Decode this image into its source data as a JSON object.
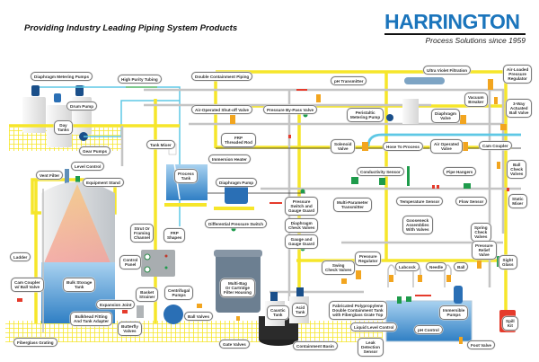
{
  "header": {
    "headline": "Providing Industry Leading Piping System Products",
    "brand_name": "HARRINGTON",
    "brand_tagline": "Process Solutions since 1959"
  },
  "colors": {
    "brand_blue": "#1b75bc",
    "strut_yellow": "#f7e92b",
    "pipe_gray": "#c4c4c4",
    "tubing_blue": "#5ec8e5",
    "valve_orange": "#f2a51f",
    "sensor_green": "#1e9b4b",
    "alert_red": "#e53b2c",
    "tank_blue": "#3d8fd0"
  },
  "labels": {
    "diaphragm_metering_pumps": "Diaphragm Metering Pumps",
    "drum_pump": "Drum Pump",
    "day_tanks": "Day\nTanks",
    "gear_pumps": "Gear Pumps",
    "high_purity_tubing": "High Purity Tubing",
    "double_containment_piping": "Double Containment Piping",
    "air_operated_shutoff_valve": "Air-Operated Shut-off Valve",
    "pressure_bypass_valve": "Pressure By-Pass Valve",
    "ph_transmitter": "pH Transmitter",
    "ultra_violet_filtration": "Ultra Violet Filtration",
    "air_loaded_pressure_regulator": "Air-Loaded\nPressure\nRegulator",
    "vacuum_breaker": "Vacuum\nBreaker",
    "three_way_ball_valve": "3-Way\nActuated\nBall Valve",
    "peristaltic_metering_pump": "Peristaltic\nMetering Pump",
    "diaphragm_valve": "Diaphragm\nValve",
    "frp_threaded_rod": "FRP\nThreaded Rod",
    "solenoid_valve": "Solenoid\nValve",
    "hose_to_process": "Hose To Process",
    "air_operated_valve": "Air Operated\nValve",
    "cam_coupler": "Cam Coupler",
    "tank_mixer": "Tank Mixer",
    "immersion_heater": "Immersion Heater",
    "process_tank": "Process\nTank",
    "diaphragm_pump": "Diaphragm Pump",
    "vent_filter": "Vent Filter",
    "level_control": "Level Control",
    "equipment_stand": "Equipment Stand",
    "conductivity_sensor": "Conductivity Sensor",
    "pipe_hangers": "Pipe Hangers",
    "ball_check_valves": "Ball\nCheck\nValves",
    "pressure_switch_gauge_guard": "Pressure\nSwitch and\nGauge Guard",
    "multi_parameter_transmitter": "Multi-Parameter\nTransmitter",
    "temperature_sensor": "Temperature Sensor",
    "flow_sensor": "Flow Sensor",
    "static_mixer": "Static\nMixer",
    "differential_pressure_switch": "Differential Pressure Switch",
    "diaphragm_check_valves": "Diaphragm\nCheck Valves",
    "gooseneck_assemblies": "Gooseneck\nAssemblies\nWith Valves",
    "spring_check_valves": "Spring\nCheck\nValves",
    "strut_framing_channel": "Strut Or\nFraming\nChannel",
    "frp_shapes": "FRP\nShapes",
    "gauge_and_gauge_guard": "Gauge and\nGauge Guard",
    "pressure_relief_valve": "Pressure\nRelief\nValve",
    "ladder": "Ladder",
    "control_panel": "Control\nPanel",
    "swing_check_valves": "Swing\nCheck Valves",
    "pressure_regulator": "Pressure\nRegulator",
    "labcock": "Labcock",
    "needle": "Needle",
    "ball": "Ball",
    "sight_glass": "Sight\nGlass",
    "cam_coupler_ball_valve": "Cam Coupler\nw/ Ball Valve",
    "bulk_storage_tank": "Bulk Storage\nTank",
    "expansion_joint": "Expansion Joint",
    "basket_strainer": "Basket\nStrainer",
    "centrifugal_pumps": "Centrifugal\nPumps",
    "multi_bag_filter_housing": "Multi-Bag\nOr Cartridge\nFilter Housing",
    "bulkhead_fitting": "Bulkhead Fitting\nAnd Tank Adapter",
    "butterfly_valves": "Butterfly\nValves",
    "ball_valves": "Ball Valves",
    "fabricated_tank": "Fabricated Polypropylene\nDouble Containment Tank\nwith Fiberglass Grate Top",
    "immersible_pumps": "Immersible\nPumps",
    "spill_kit": "Spill\nKit",
    "caustic_tank": "Caustic\nTank",
    "acid_tank": "Acid\nTank",
    "liquid_level_control": "Liquid Level Control",
    "ph_control": "pH Control",
    "fiberglass_grating": "Fiberglass Grating",
    "gate_valves": "Gate Valves",
    "containment_basin": "Containment Basin",
    "leak_detection_sensor": "Leak\nDetection\nSensor",
    "foot_valve": "Foot Valve"
  }
}
